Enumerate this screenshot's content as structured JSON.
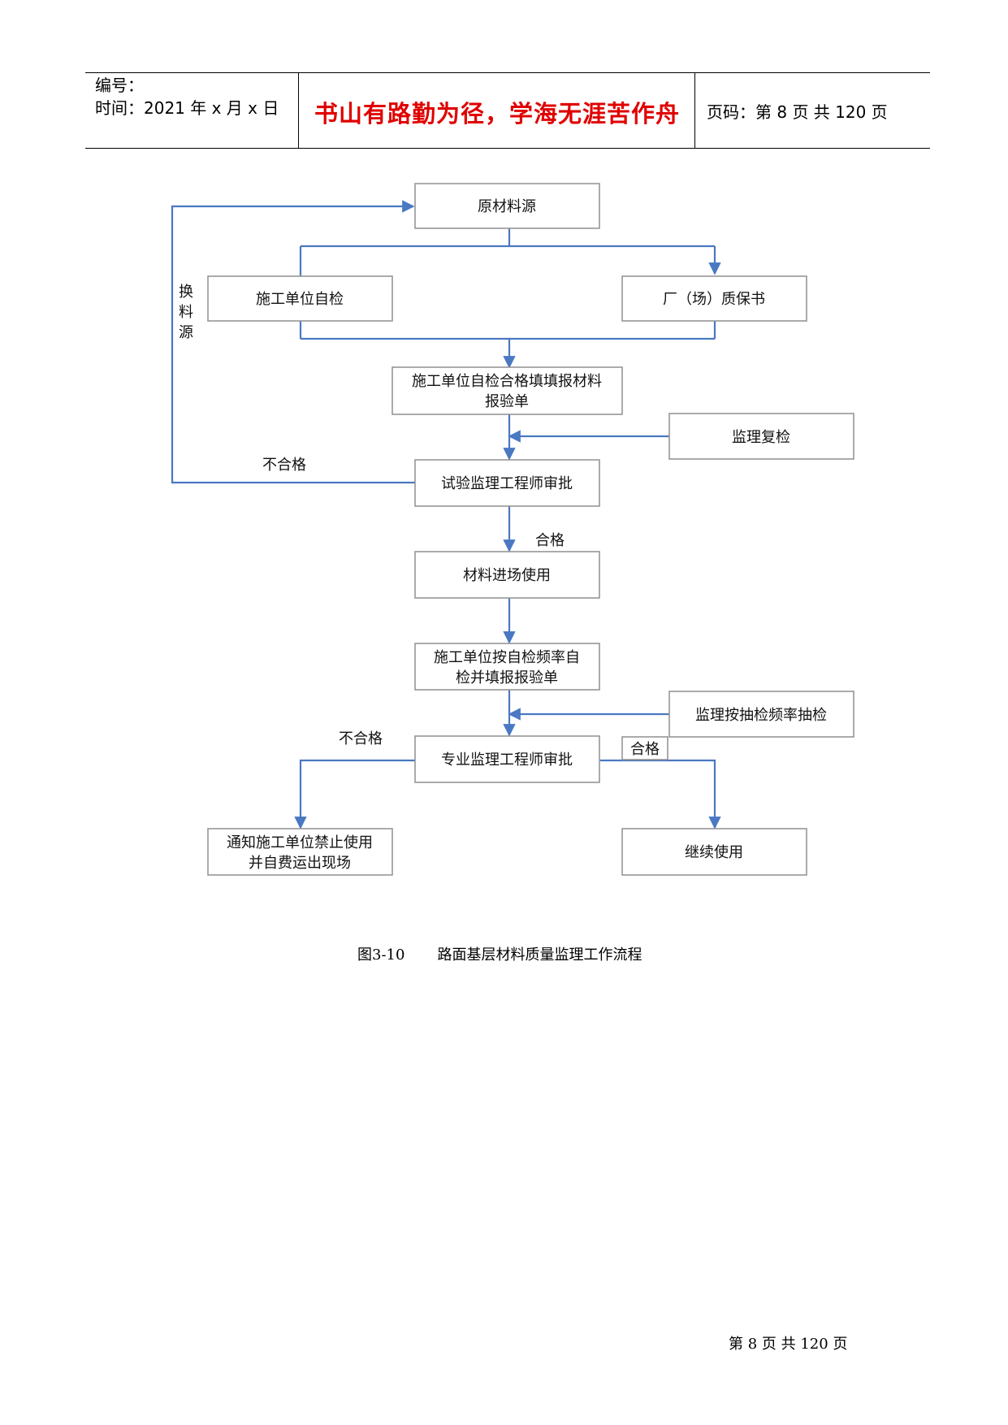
{
  "header": {
    "serial_label": "编号：",
    "time_label": "时间：2021 年 x 月 x 日",
    "motto": "书山有路勤为径，学海无涯苦作舟",
    "page_code": "页码：第 8 页  共 120 页"
  },
  "flowchart": {
    "nodes": {
      "raw_source": "原材料源",
      "contractor_selfcheck": "施工单位自检",
      "factory_certificate": "厂（场）质保书",
      "selfcheck_form_1": "施工单位自检合格填填报材料",
      "selfcheck_form_2": "报验单",
      "supervisor_recheck": "监理复检",
      "test_engineer_approval": "试验监理工程师审批",
      "material_entry": "材料进场使用",
      "freq_selfcheck_1": "施工单位按自检频率自",
      "freq_selfcheck_2": "检并填报报验单",
      "sampling_check": "监理按抽检频率抽检",
      "specialist_approval": "专业监理工程师审批",
      "notify_ban_1": "通知施工单位禁止使用",
      "notify_ban_2": "并自费运出现场",
      "continue_use": "继续使用"
    },
    "labels": {
      "change_source_1": "换",
      "change_source_2": "料",
      "change_source_3": "源",
      "fail_1": "不合格",
      "pass_1": "合格",
      "fail_2": "不合格",
      "pass_2": "合格"
    },
    "edge_color": "#4a78c2"
  },
  "caption": "图3-10       路面基层材料质量监理工作流程",
  "footer": "第  8  页  共  120  页"
}
